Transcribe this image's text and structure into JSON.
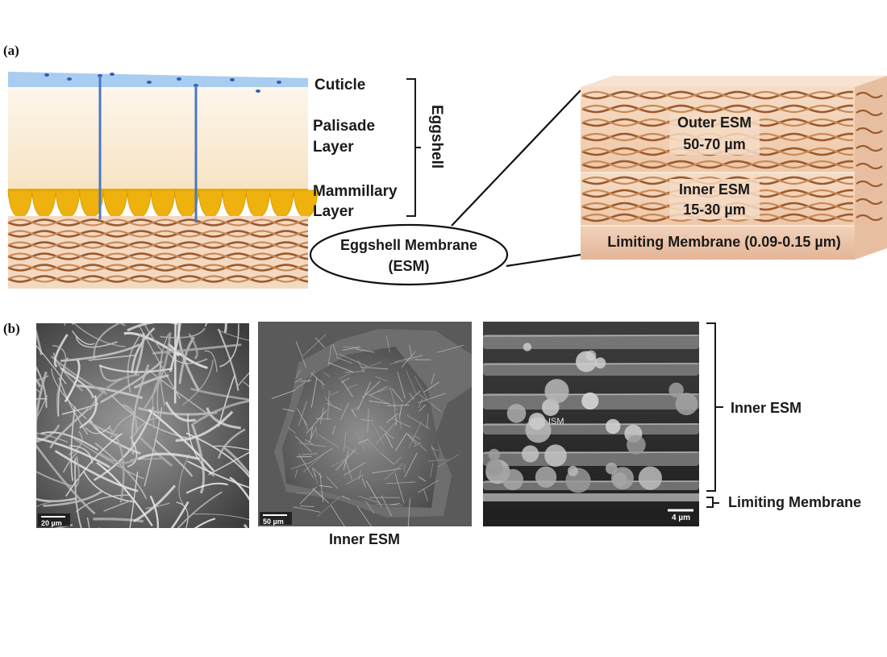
{
  "panel_a": {
    "label": "(a)",
    "layers": {
      "cuticle": "Cuticle",
      "palisade_1": "Palisade",
      "palisade_2": "Layer",
      "mammillary_1": "Mammillary",
      "mammillary_2": "Layer"
    },
    "eggshell": "Eggshell",
    "esm_1": "Eggshell Membrane",
    "esm_2": "(ESM)",
    "zoom": {
      "outer_1": "Outer ESM",
      "outer_2": "50-70 µm",
      "inner_1": "Inner ESM",
      "inner_2": "15-30 µm",
      "limiting": "Limiting Membrane (0.09-0.15 µm)"
    }
  },
  "panel_b": {
    "label": "(b)",
    "scale_1": "20 µm",
    "scale_2": "50 µm",
    "scale_3": "4 µm",
    "ism_tag": "ISM",
    "caption": "Inner ESM",
    "bracket_inner": "Inner ESM",
    "bracket_limiting": "Limiting Membrane"
  },
  "colors": {
    "cuticle": "#a9cdf0",
    "shell": "#f8ead2",
    "mammillary": "#eeb10e",
    "fiber": "#9a5a2c",
    "membrane_bg": "#f3d6bf",
    "canal": "#4a78c4"
  }
}
